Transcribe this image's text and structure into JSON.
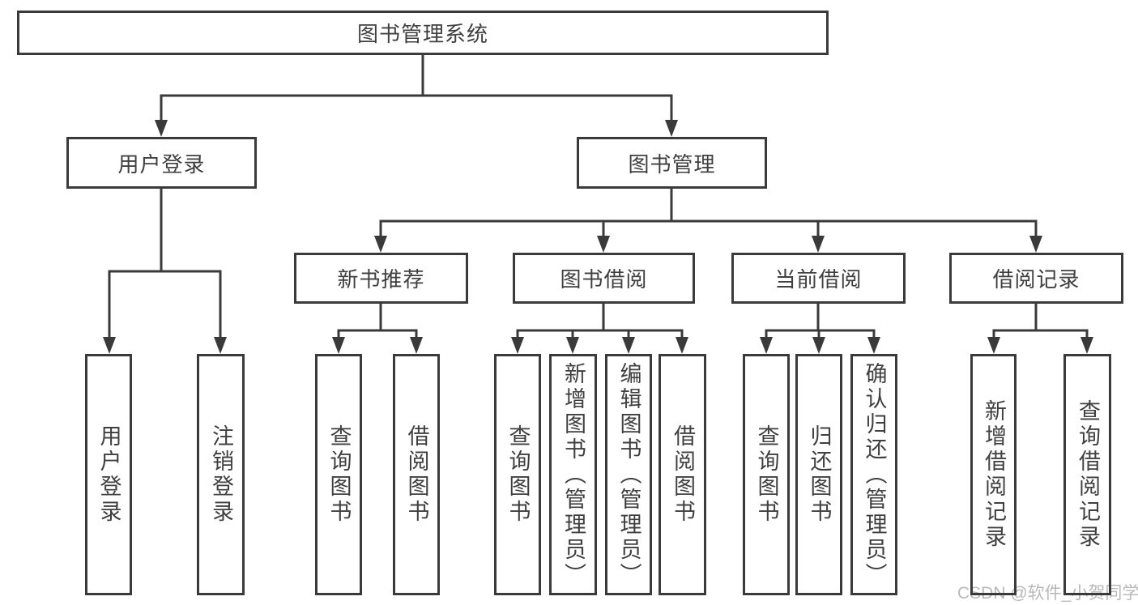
{
  "diagram_title": "图书管理系统",
  "nodes": {
    "root": "图书管理系统",
    "level2": [
      "用户登录",
      "图书管理"
    ],
    "level3": [
      "新书推荐",
      "图书借阅",
      "当前借阅",
      "借阅记录"
    ],
    "leaves": {
      "user": [
        "用户登录",
        "注销登录"
      ],
      "recommend": [
        "查询图书",
        "借阅图书"
      ],
      "borrow": [
        "查询图书",
        "新增图书（管理员）",
        "编辑图书（管理员）",
        "借阅图书"
      ],
      "current": [
        "查询图书",
        "归还图书",
        "确认归还（管理员）"
      ],
      "records": [
        "新增借阅记录",
        "查询借阅记录"
      ]
    }
  },
  "watermark": "CSDN @软件_小贺同学",
  "colors": {
    "line": "#3a3a3a",
    "text": "#3f3f3f",
    "watermark": "#b9b9b9",
    "background": "#ffffff"
  }
}
